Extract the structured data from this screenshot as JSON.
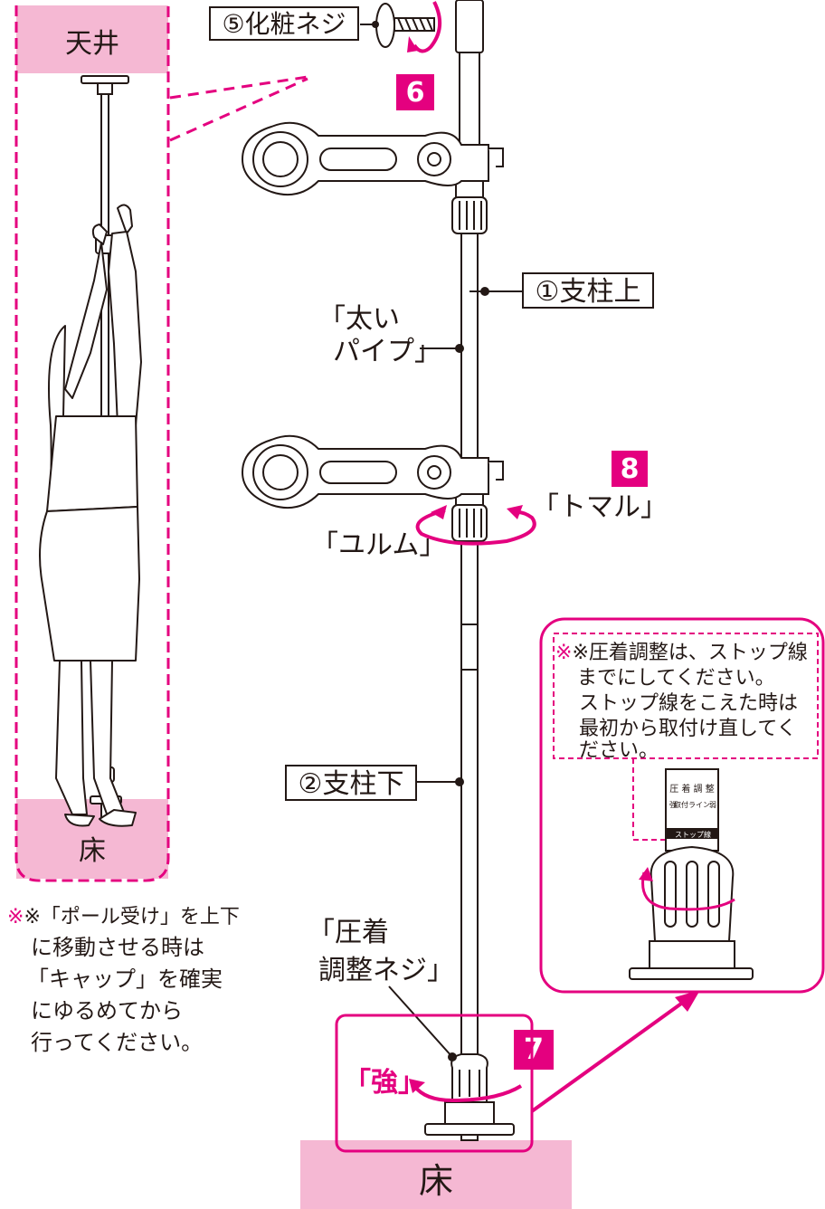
{
  "colors": {
    "magenta": "#e4007f",
    "pink_fill": "#f5b8d3",
    "line": "#231815"
  },
  "icons": [
    "screw-icon",
    "rotate-arrow-icon"
  ],
  "inset_left": {
    "ceiling_label": "天井",
    "floor_label": "床"
  },
  "labels": {
    "screw": "⑤化粧ネジ",
    "step6": "6",
    "step7": "7",
    "step8": "8",
    "pillar_upper": "①支柱上",
    "pillar_lower": "②支柱下",
    "thick_pipe_line1": "「太い",
    "thick_pipe_line2": "パイプ」",
    "tighten": "「トマル」",
    "loosen": "「ユルム」",
    "pressure_line1": "「圧着",
    "pressure_line2": "調整ネジ」",
    "strong": "「強」",
    "floor_bottom": "床"
  },
  "note_left": [
    "※「ポール受け」を上下",
    "に移動させる時は",
    "「キャップ」を確実",
    "にゆるめてから",
    "行ってください。"
  ],
  "note_right": [
    "※圧着調整は、ストップ線",
    "までにしてください。",
    "ストップ線をこえた時は",
    "最初から取付け直してく",
    "ださい。"
  ],
  "sticker": {
    "title": "圧 着 調 整",
    "left_mark": "強",
    "arrow_text": "取付ライン",
    "right_mark": "弱",
    "stop_line": "ストップ線"
  }
}
